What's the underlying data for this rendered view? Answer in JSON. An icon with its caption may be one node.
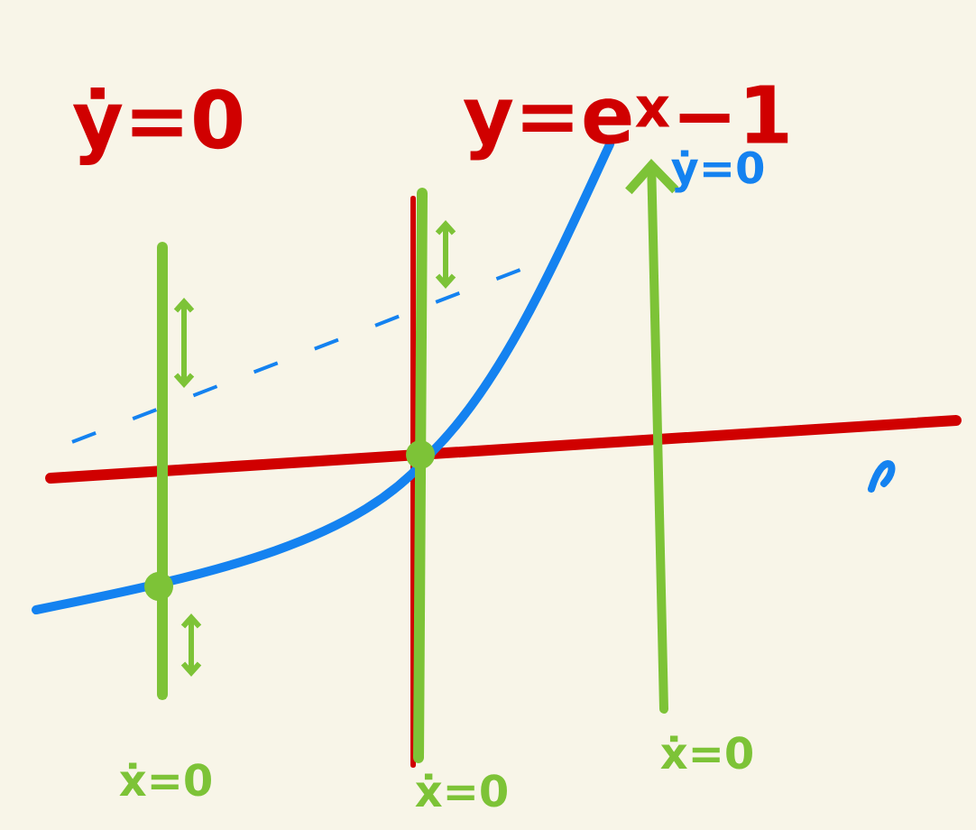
{
  "diagram": {
    "labels": [
      "ẏ=0",
      "y=e$^{x}$−1",
      "ẏ=0",
      "ẋ=0",
      "ẋ=0",
      "ẋ=0"
    ]
  }
}
